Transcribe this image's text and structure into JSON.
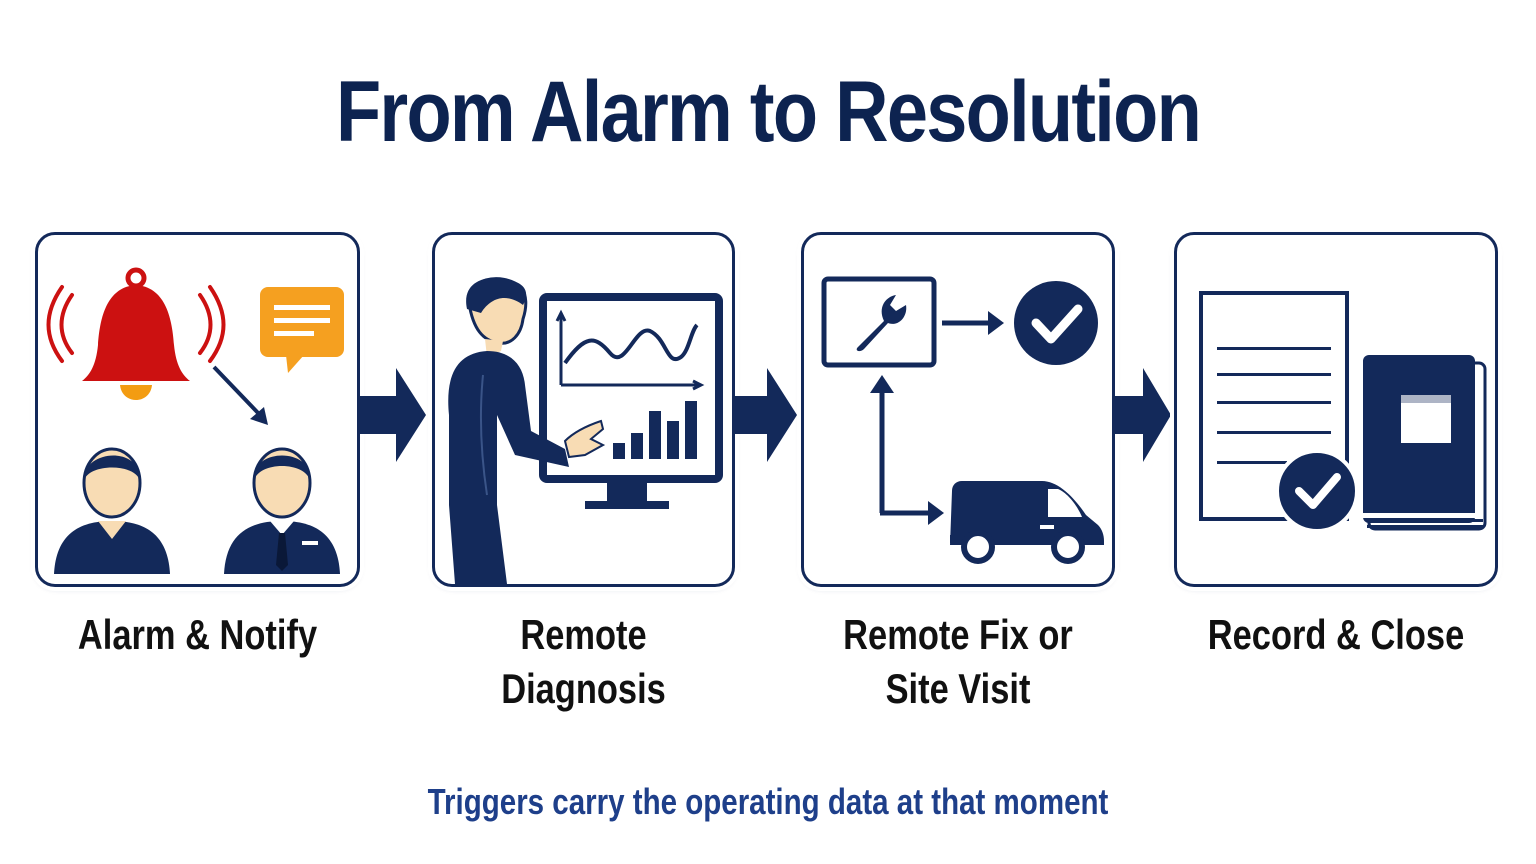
{
  "title": "From Alarm to Resolution",
  "steps": [
    {
      "label": "Alarm & Notify"
    },
    {
      "label": "Remote Diagnosis"
    },
    {
      "label": "Remote Fix or Site Visit"
    },
    {
      "label": "Record & Close"
    }
  ],
  "footnote": "Triggers carry the operating data at that moment",
  "colors": {
    "navy": "#13295a",
    "bell_red": "#cc1111",
    "bell_clapper": "#f39c12",
    "chat_orange": "#f5a020",
    "skin": "#f8dcb4",
    "text_blue": "#1e3f8a"
  },
  "icons": [
    "bell-icon",
    "chat-bubble-icon",
    "person-icon",
    "technician-icon",
    "monitor-chart-icon",
    "wrench-icon",
    "check-circle-icon",
    "van-icon",
    "document-icon",
    "logbook-icon",
    "right-arrow-icon"
  ]
}
